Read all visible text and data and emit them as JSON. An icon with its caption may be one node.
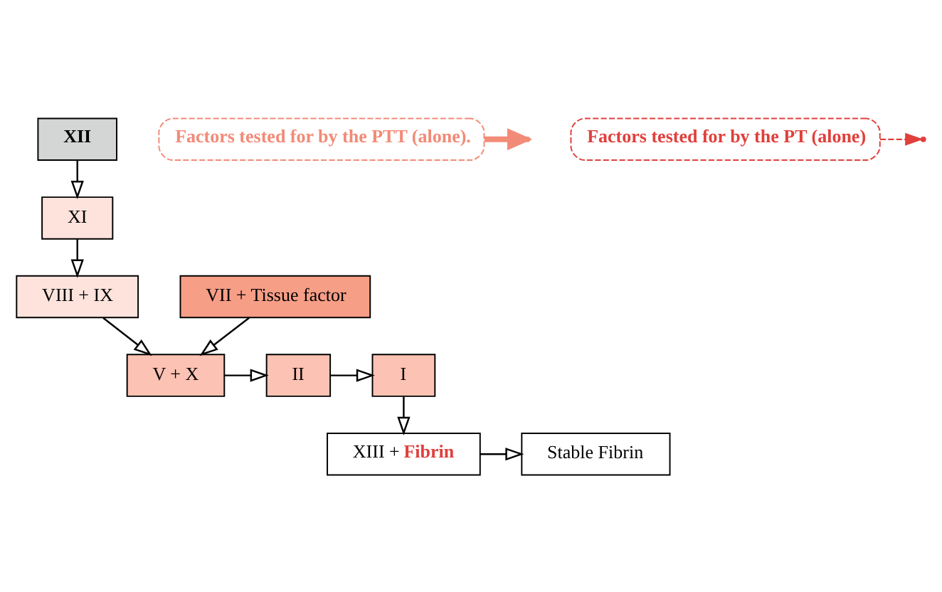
{
  "diagram": {
    "nodes": [
      {
        "text": [
          "XII"
        ]
      },
      {
        "text": [
          "XI"
        ]
      },
      {
        "text": [
          "VIII + IX"
        ]
      },
      {
        "text": [
          "VII + Tissue factor"
        ]
      },
      {
        "text": [
          "V + X"
        ]
      },
      {
        "text": [
          "II"
        ]
      },
      {
        "text": [
          "I"
        ]
      },
      {
        "text": [
          "XIII + **Fibrin**"
        ]
      },
      {
        "text": [
          "Stable Fibrin"
        ]
      },
      {
        "text": [
          "Factors tested for by the PTT (alone)."
        ]
      },
      {
        "text": [
          "Factors tested for by the PT (alone)"
        ]
      }
    ],
    "edges": [
      {
        "from": 0,
        "to": 1,
        "arrow": "to"
      },
      {
        "from": 1,
        "to": 2,
        "arrow": "to"
      },
      {
        "from": 2,
        "to": 4,
        "arrow": "to"
      },
      {
        "from": 3,
        "to": 4,
        "arrow": "to"
      },
      {
        "from": 4,
        "to": 5,
        "arrow": "to"
      },
      {
        "from": 5,
        "to": 6,
        "arrow": "to"
      },
      {
        "from": 6,
        "to": 7,
        "arrow": "to"
      },
      {
        "from": 7,
        "to": 8,
        "arrow": "to"
      },
      {
        "from": 9,
        "to": null,
        "arrow": "to",
        "style": "thick",
        "color": "#f28b77"
      },
      {
        "from": 10,
        "to": null,
        "arrow": "to",
        "style": "dashed",
        "color": "#e0403c"
      }
    ]
  }
}
